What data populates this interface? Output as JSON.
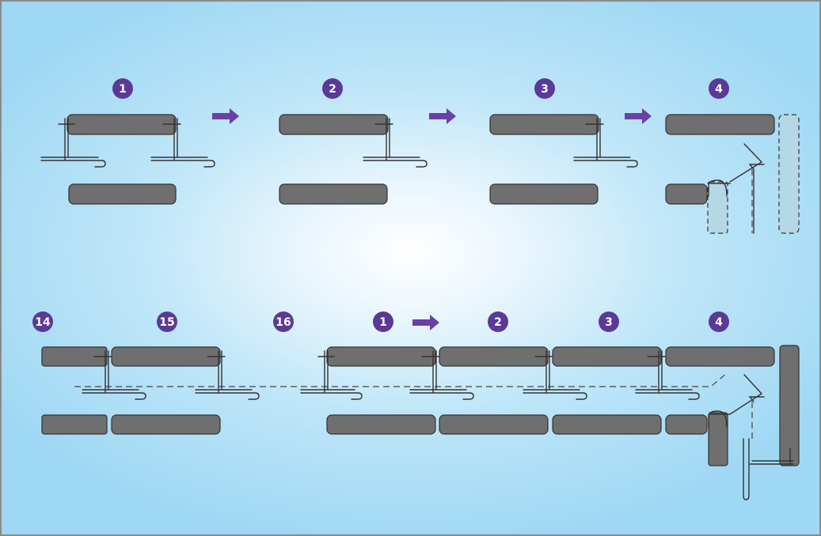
{
  "diagram": {
    "top_row": {
      "steps": [
        {
          "label": "1"
        },
        {
          "label": "2"
        },
        {
          "label": "3"
        },
        {
          "label": "4"
        }
      ]
    },
    "bottom_row": {
      "steps": [
        {
          "label": "14"
        },
        {
          "label": "15"
        },
        {
          "label": "16"
        },
        {
          "label": "1"
        },
        {
          "label": "2"
        },
        {
          "label": "3"
        },
        {
          "label": "4"
        }
      ]
    }
  },
  "colors": {
    "badge": "#5a3a96",
    "arrow": "#6a3fa8",
    "panel_fill": "#6f6f6f",
    "panel_stroke": "#333333",
    "clip_stroke": "#333333",
    "ghost_fill": "#b5d8e6",
    "guide_line": "#444444"
  }
}
